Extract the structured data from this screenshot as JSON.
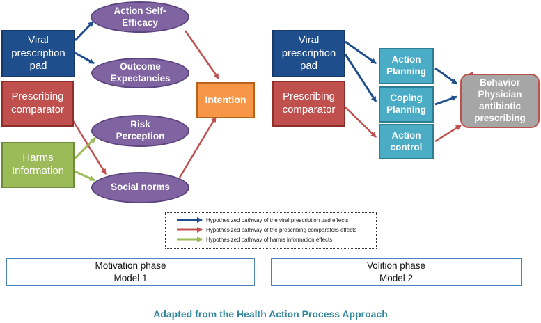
{
  "left_model": {
    "viral_pad": "Viral prescription pad",
    "prescribing_comparator": "Prescribing comparator",
    "harms_info": "Harms Information",
    "action_self_efficacy": "Action Self-Efficacy",
    "outcome_expectancies": "Outcome Expectancies",
    "risk_perception": "Risk Perception",
    "social_norms": "Social norms",
    "intention": "Intention"
  },
  "right_model": {
    "viral_pad": "Viral prescription pad",
    "prescribing_comparator": "Prescribing comparator",
    "action_planning": "Action Planning",
    "coping_planning": "Coping Planning",
    "action_control": "Action control",
    "behavior": "Behavior Physician antibiotic prescribing"
  },
  "legend": {
    "items": [
      {
        "label": "Hypothesized pathway of the viral prescription pad effects",
        "color": "#1f4e8c"
      },
      {
        "label": "Hypothesized pathway of the prescribing comparators effects",
        "color": "#c0504d"
      },
      {
        "label": "Hypothesized pathway of harms information effects",
        "color": "#9bbb59"
      }
    ]
  },
  "phases": {
    "motivation": {
      "title": "Motivation phase",
      "model": "Model 1"
    },
    "volition": {
      "title": "Volition phase",
      "model": "Model 2"
    }
  },
  "footer": "Adapted from the Health Action Process Approach",
  "colors": {
    "blue": "#1f4e8c",
    "red": "#c0504d",
    "green": "#9bbb59",
    "purple": "#8064a2",
    "orange": "#f79646",
    "teal": "#4bacc6",
    "grey": "#a6a6a6",
    "footer_teal": "#31859c"
  }
}
